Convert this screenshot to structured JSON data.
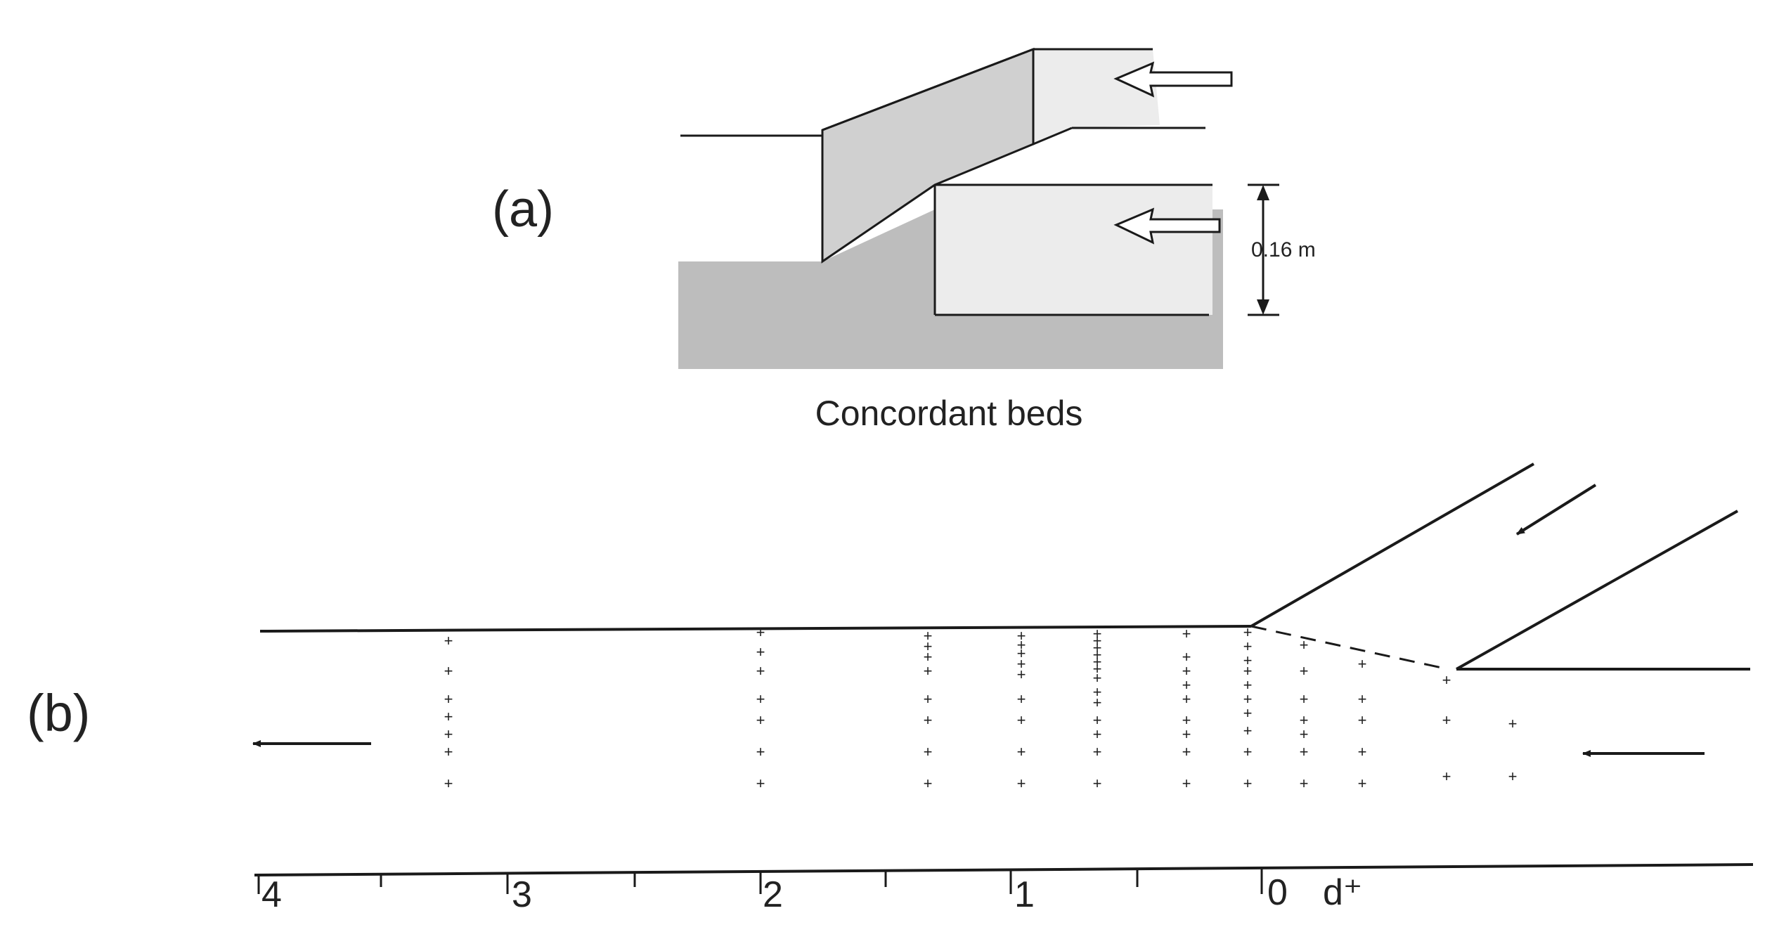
{
  "panel_a": {
    "label": "(a)",
    "dimension_label": "0.16 m",
    "caption": "Concordant beds"
  },
  "panel_b": {
    "label": "(b)",
    "axis": {
      "ticks": [
        "4",
        "3",
        "2",
        "1",
        "0",
        "d⁺"
      ]
    }
  },
  "colors": {
    "line": "#1a1a1a",
    "bed_dark": "#bdbdbd",
    "wall_mid": "#d0d0d0",
    "channel_light": "#ececec"
  }
}
